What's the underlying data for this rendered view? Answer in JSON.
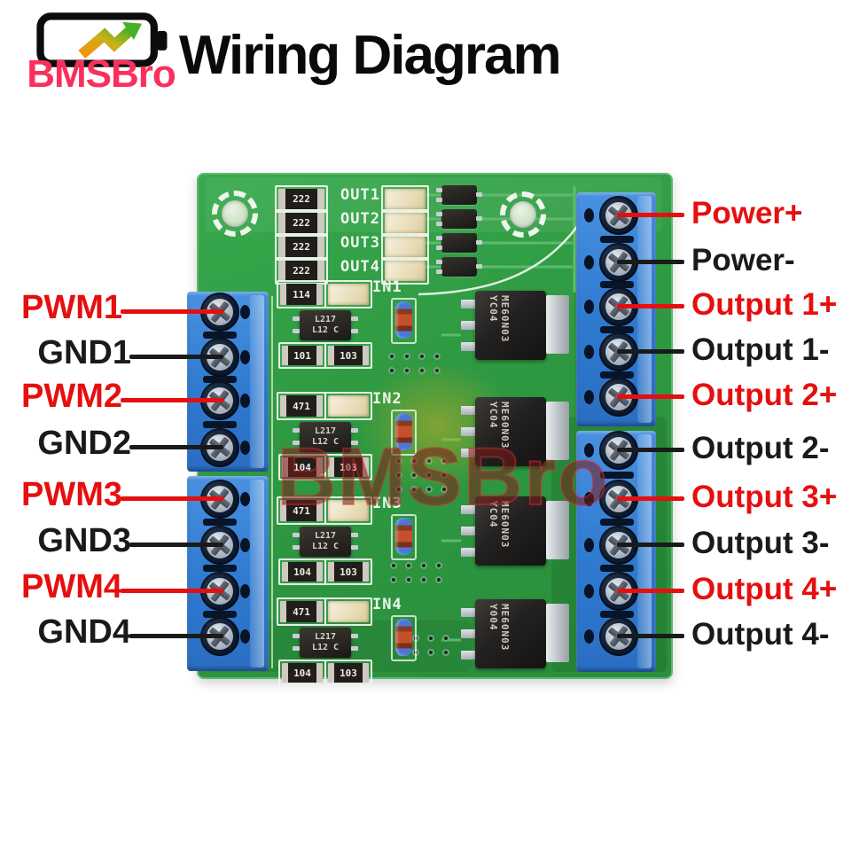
{
  "header": {
    "brand": "BMSBro",
    "title": "Wiring Diagram",
    "logo_icon": "battery-arrow-logo"
  },
  "colors": {
    "label_red": "#e60f0f",
    "label_black": "#1a1a1a",
    "brand_pink": "#f9305c",
    "pcb_green": "#2f9a42",
    "terminal_blue": "#2e7ad0",
    "silkscreen_white": "#edf6ec",
    "watermark_red": "#7c1c18"
  },
  "left_pins": [
    {
      "label": "PWM1",
      "color": "red"
    },
    {
      "label": "GND1",
      "color": "black"
    },
    {
      "label": "PWM2",
      "color": "red"
    },
    {
      "label": "GND2",
      "color": "black"
    },
    {
      "label": "PWM3",
      "color": "red"
    },
    {
      "label": "GND3",
      "color": "black"
    },
    {
      "label": "PWM4",
      "color": "red"
    },
    {
      "label": "GND4",
      "color": "black"
    }
  ],
  "right_pins": [
    {
      "label": "Power+",
      "color": "red"
    },
    {
      "label": "Power-",
      "color": "black"
    },
    {
      "label": "Output 1+",
      "color": "red"
    },
    {
      "label": "Output 1-",
      "color": "black"
    },
    {
      "label": "Output 2+",
      "color": "red"
    },
    {
      "label": "Output 2-",
      "color": "black"
    },
    {
      "label": "Output 3+",
      "color": "red"
    },
    {
      "label": "Output 3-",
      "color": "black"
    },
    {
      "label": "Output 4+",
      "color": "red"
    },
    {
      "label": "Output 4-",
      "color": "black"
    }
  ],
  "board": {
    "watermark_text": "BMSBro",
    "top_rows": [
      {
        "out": "OUT1",
        "res": "222"
      },
      {
        "out": "OUT2",
        "res": "222"
      },
      {
        "out": "OUT3",
        "res": "222"
      },
      {
        "out": "OUT4",
        "res": "222"
      }
    ],
    "channels": [
      {
        "in_label": "IN1",
        "res_top": "114",
        "res_a": "101",
        "res_b": "103",
        "opto1": "L217",
        "opto2": "L12 C"
      },
      {
        "in_label": "IN2",
        "res_top": "471",
        "res_a": "104",
        "res_b": "103",
        "opto1": "L217",
        "opto2": "L12 C"
      },
      {
        "in_label": "IN3",
        "res_top": "471",
        "res_a": "104",
        "res_b": "103",
        "opto1": "L217",
        "opto2": "L12 C"
      },
      {
        "in_label": "IN4",
        "res_top": "471",
        "res_a": "104",
        "res_b": "103",
        "opto1": "L217",
        "opto2": "L12 C"
      }
    ],
    "mosfets": [
      {
        "line1": "ME60N03",
        "line2": "YC04"
      },
      {
        "line1": "ME60N03",
        "line2": "YC04"
      },
      {
        "line1": "ME60N03",
        "line2": "YC04"
      },
      {
        "line1": "ME60N03",
        "line2": "Y004"
      }
    ]
  }
}
